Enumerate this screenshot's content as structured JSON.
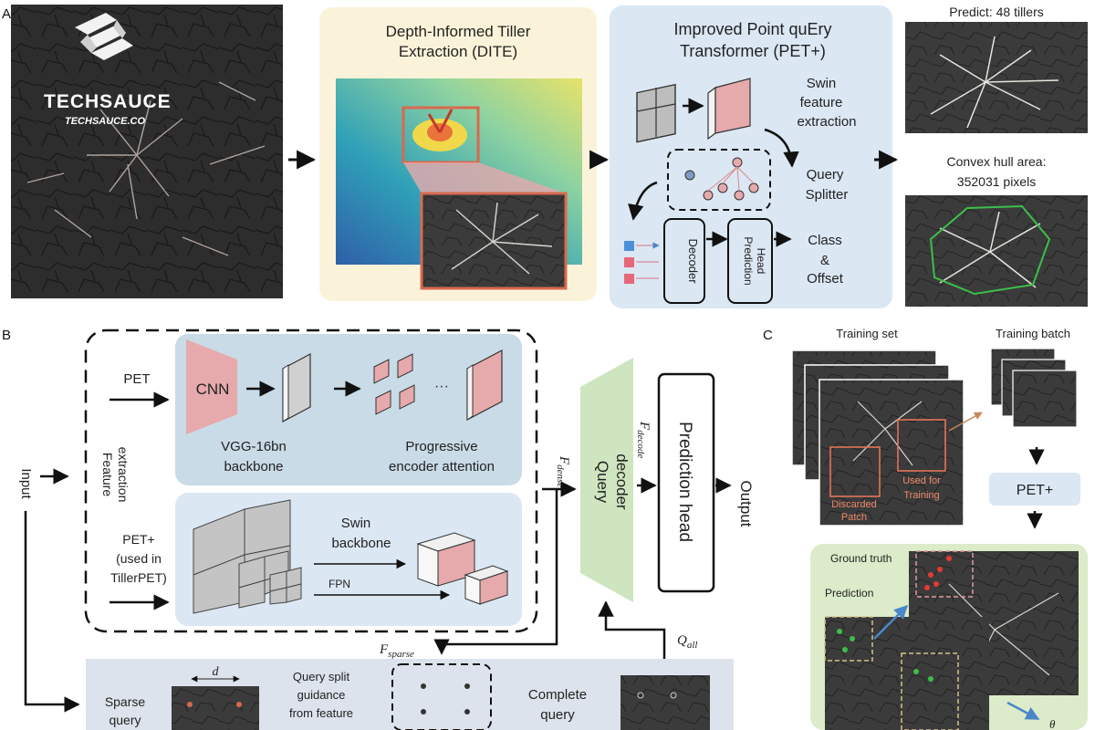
{
  "watermark": {
    "brand": "TECHSAUCE",
    "site": "TECHSAUCE.CO",
    "logo_icon": "ts-logo-icon"
  },
  "panel_a": {
    "letter": "A",
    "dite": {
      "title_line1": "Depth-Informed Tiller",
      "title_line2": "Extraction (DITE)"
    },
    "pet_plus": {
      "title_line1": "Improved Point quEry",
      "title_line2": "Transformer (PET+)",
      "swin_line1": "Swin",
      "swin_line2": "feature",
      "swin_line3": "extraction",
      "splitter_line1": "Query",
      "splitter_line2": "Splitter",
      "decoder": "Decoder",
      "pred_head_line1": "Prediction",
      "pred_head_line2": "Head",
      "class_line1": "Class",
      "class_line2": "&",
      "class_line3": "Offset"
    },
    "outputs": {
      "predict": "Predict: 48 tillers",
      "hull_line1": "Convex hull area:",
      "hull_line2": "352031 pixels"
    }
  },
  "panel_b": {
    "letter": "B",
    "input": "Input",
    "feature_line1": "Feature",
    "feature_line2": "extraction",
    "pet": "PET",
    "pet_plus_line1": "PET+",
    "pet_plus_line2": "(used in",
    "pet_plus_line3": "TillerPET)",
    "cnn": "CNN",
    "vgg_line1": "VGG-16bn",
    "vgg_line2": "backbone",
    "dots": "···",
    "progressive_line1": "Progressive",
    "progressive_line2": "encoder attention",
    "swin_line1": "Swin",
    "swin_line2": "backbone",
    "fpn": "FPN",
    "f_dense": "F",
    "f_dense_sub": "dense",
    "f_decode": "F",
    "f_decode_sub": "decode",
    "query_decoder_line1": "Query",
    "query_decoder_line2": "decoder",
    "prediction_head": "Prediction head",
    "output": "Output",
    "f_sparse": "F",
    "f_sparse_sub": "sparse",
    "q_all": "Q",
    "q_all_sub": "all",
    "d": "d",
    "sparse_line1": "Sparse",
    "sparse_line2": "query",
    "split_line1": "Query split",
    "split_line2": "guidance",
    "split_line3": "from feature",
    "complete_line1": "Complete",
    "complete_line2": "query"
  },
  "panel_c": {
    "letter": "C",
    "training_set": "Training set",
    "training_batch": "Training batch",
    "discarded_line1": "Discarded",
    "discarded_line2": "Patch",
    "used_line1": "Used for",
    "used_line2": "Training",
    "pet_plus": "PET+",
    "ground_truth": "Ground truth",
    "prediction": "Prediction",
    "theta": "θ"
  },
  "colors": {
    "dite_bg": "#fbf3d9",
    "pet_bg": "#dbe7f3",
    "backbone_bg": "#c9dbe6",
    "decoder_green": "#cfe5bf",
    "pink": "#e6a9ac",
    "orange_box": "#d9694f",
    "panel_c_green": "#dcebc9"
  }
}
